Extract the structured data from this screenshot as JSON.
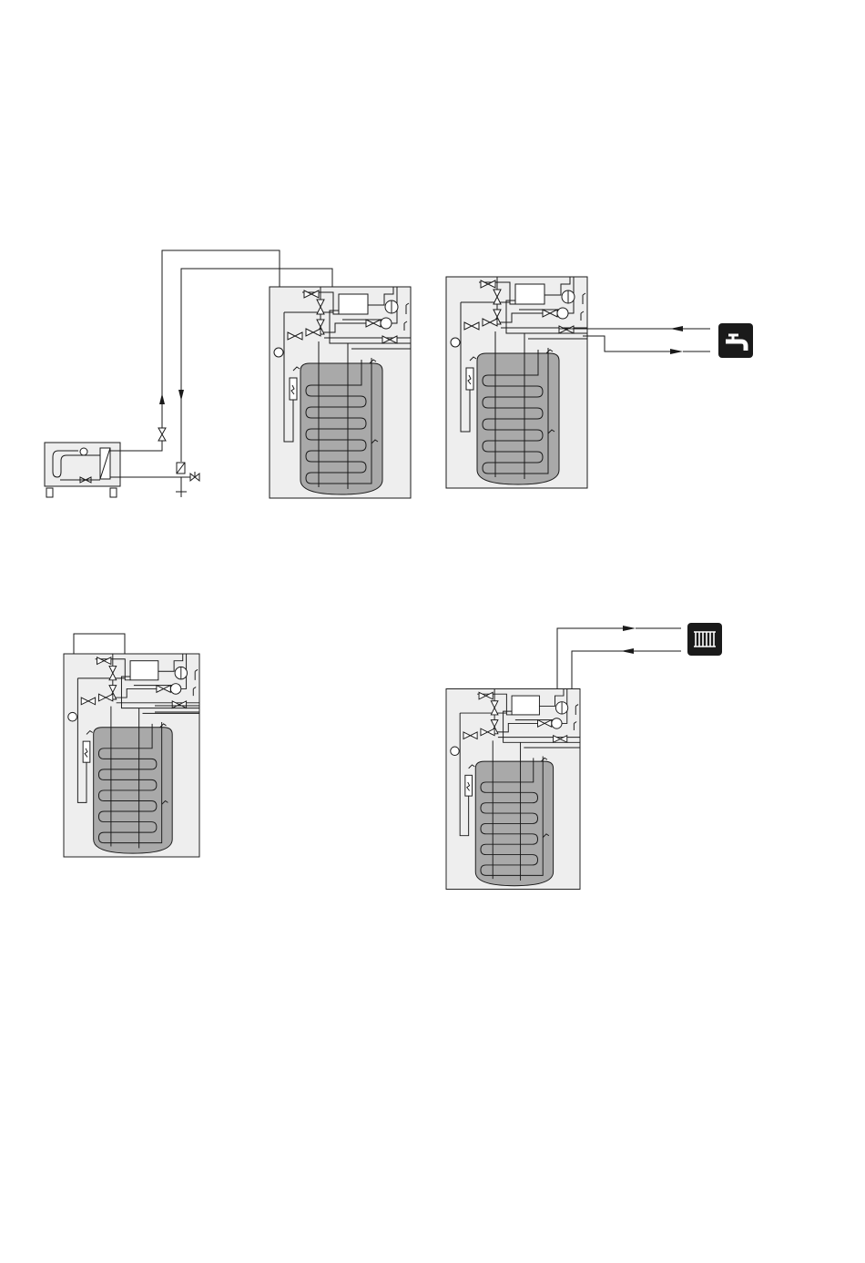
{
  "diagram": {
    "panels": [
      {
        "id": "outdoor-connection",
        "components": [
          "outdoor-unit",
          "indoor-module"
        ]
      },
      {
        "id": "hot-water-connection",
        "components": [
          "indoor-module",
          "hot-water-tap-icon"
        ]
      },
      {
        "id": "module-only",
        "components": [
          "indoor-module"
        ]
      },
      {
        "id": "heating-connection",
        "components": [
          "indoor-module",
          "radiator-icon"
        ]
      }
    ],
    "icons": [
      "hot-water-tap-icon",
      "radiator-icon"
    ],
    "colors": {
      "line": "#1a1a1a",
      "cabinet": "#eeeeee",
      "tank": "#a9a9a9",
      "icon_bg": "#1a1a1a"
    }
  }
}
